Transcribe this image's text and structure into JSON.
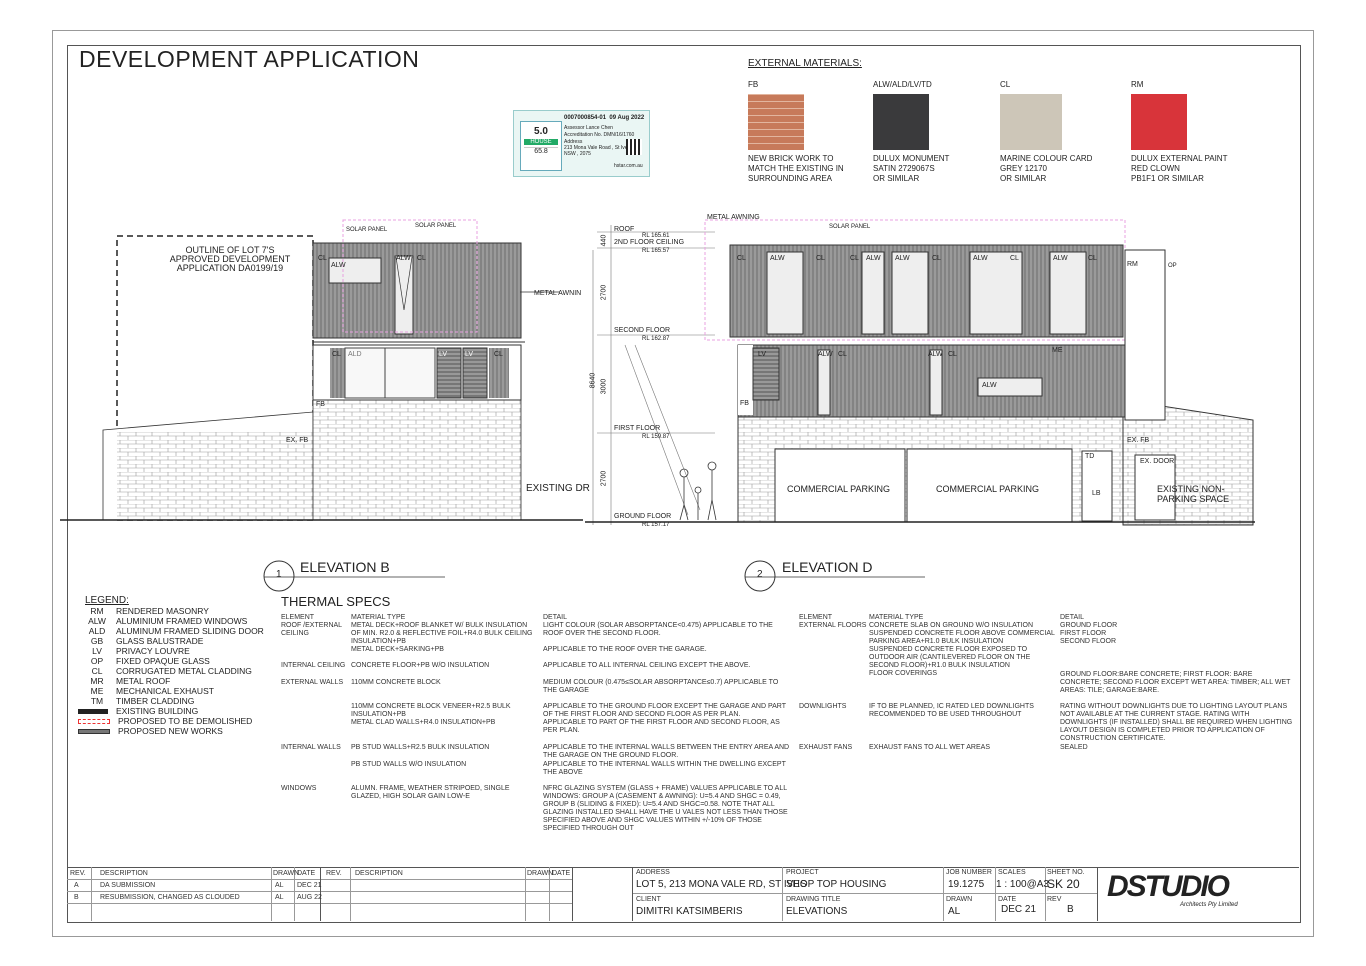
{
  "title": "DEVELOPMENT APPLICATION",
  "external_materials": {
    "heading": "EXTERNAL MATERIALS:",
    "items": [
      {
        "code": "FB",
        "color": "#b86a4c",
        "desc1": "NEW BRICK WORK TO",
        "desc2": "MATCH THE EXISTING IN",
        "desc3": "SURROUNDING AREA"
      },
      {
        "code": "ALW/ALD/LV/TD",
        "color": "#3a3a3c",
        "desc1": "DULUX MONUMENT",
        "desc2": "SATIN 2729067S",
        "desc3": "OR SIMILAR"
      },
      {
        "code": "CL",
        "color": "#cdc6b8",
        "desc1": "MARINE COLOUR CARD",
        "desc2": "GREY 12170",
        "desc3": "OR SIMILAR"
      },
      {
        "code": "RM",
        "color": "#d8343a",
        "desc1": "DULUX EXTERNAL PAINT",
        "desc2": "RED CLOWN",
        "desc3": "PB1F1 OR SIMILAR"
      }
    ]
  },
  "badge": {
    "cert": "0007000854-01",
    "date": "09 Aug 2022",
    "rating": "5.0",
    "house": "HOUSE",
    "score": "65.8",
    "assessor": "Assessor Lance Chen",
    "accreditation": "Accreditation No. DMN/16/1760",
    "address": "Address",
    "address_line": "213 Mona Vale Road , St Ives",
    "address_line2": "NSW , 2075",
    "site": "hstar.com.au"
  },
  "elevation_b": {
    "number": "1",
    "title": "ELEVATION B",
    "outline1": "OUTLINE OF LOT 7'S",
    "outline2": "APPROVED DEVELOPMENT",
    "outline3": "APPLICATION DA0199/19",
    "metal_awning": "METAL AWNIN",
    "solar1": "SOLAR PANEL",
    "solar2": "SOLAR PANEL",
    "cl": "CL",
    "alw": "ALW",
    "ald": "ALD",
    "lv": "LV",
    "fb": "FB",
    "exfb": "EX. FB",
    "existing": "EXISTING DR"
  },
  "levels": {
    "roof": "ROOF",
    "rl_roof": "RL 165.61",
    "ceiling": "2ND FLOOR CEILING",
    "rl_ceiling": "RL 165.57",
    "second": "SECOND FLOOR",
    "rl_second": "RL 162.87",
    "first": "FIRST FLOOR",
    "rl_first": "RL 159.87",
    "ground": "GROUND FLOOR",
    "rl_ground": "RL 157.17",
    "d440": "440",
    "d2700a": "2700",
    "d8640": "8640",
    "d3000": "3000",
    "d2700b": "2700"
  },
  "elevation_d": {
    "number": "2",
    "title": "ELEVATION D",
    "metal_awning": "METAL AWNING",
    "solar": "SOLAR PANEL",
    "parking1": "COMMERCIAL PARKING",
    "parking2": "COMMERCIAL PARKING",
    "existing1": "EXISTING NON-",
    "existing2": "PARKING SPACE",
    "rm": "RM",
    "op": "OP",
    "me": "ME",
    "td": "TD",
    "lb": "LB",
    "exdoor": "EX. DOOR",
    "exfb": "EX. FB",
    "alw": "ALW",
    "cl": "CL",
    "lv": "LV",
    "fb": "FB"
  },
  "legend": {
    "heading": "LEGEND:",
    "items": [
      {
        "code": "RM",
        "label": "RENDERED MASONRY"
      },
      {
        "code": "ALW",
        "label": "ALUMINIUM FRAMED WINDOWS"
      },
      {
        "code": "ALD",
        "label": "ALUMINUM FRAMED SLIDING DOOR"
      },
      {
        "code": "GB",
        "label": "GLASS BALUSTRADE"
      },
      {
        "code": "LV",
        "label": "PRIVACY LOUVRE"
      },
      {
        "code": "OP",
        "label": "FIXED OPAQUE GLASS"
      },
      {
        "code": "CL",
        "label": "CORRUGATED METAL CLADDING"
      },
      {
        "code": "MR",
        "label": "METAL ROOF"
      },
      {
        "code": "ME",
        "label": "MECHANICAL EXHAUST"
      },
      {
        "code": "TM",
        "label": "TIMBER CLADDING"
      }
    ],
    "symbols": [
      {
        "label": "EXISTING BUILDING"
      },
      {
        "label": "PROPOSED TO BE DEMOLISHED"
      },
      {
        "label": "PROPOSED NEW WORKS"
      }
    ]
  },
  "thermal": {
    "heading": "THERMAL SPECS",
    "col_element": "ELEMENT",
    "col_material": "MATERIAL TYPE",
    "col_detail": "DETAIL",
    "left": [
      {
        "element": "ROOF /EXTERNAL CEILING",
        "material": "METAL DECK+ROOF BLANKET W/ BULK INSULATION OF MIN. R2.0 & REFLECTIVE FOIL+R4.0 BULK CEILING INSULATION+PB",
        "detail": "LIGHT COLOUR (SOLAR ABSORPTANCE<0.475) APPLICABLE TO THE ROOF OVER THE SECOND FLOOR."
      },
      {
        "element": "",
        "material": "METAL DECK+SARKING+PB",
        "detail": "APPLICABLE TO THE ROOF OVER THE GARAGE."
      },
      {
        "element": "INTERNAL CEILING",
        "material": "CONCRETE FLOOR+PB W/O INSULATION",
        "detail": "APPLICABLE TO ALL INTERNAL CEILING EXCEPT THE ABOVE."
      },
      {
        "element": "EXTERNAL WALLS",
        "material": "110MM CONCRETE BLOCK",
        "detail": "MEDIUM COLOUR (0.475≤SOLAR ABSORPTANCE≤0.7) APPLICABLE TO THE GARAGE"
      },
      {
        "element": "",
        "material": "110MM CONCRETE BLOCK VENEER+R2.5 BULK INSULATION+PB",
        "detail": "APPLICABLE TO THE GROUND FLOOR EXCEPT THE GARAGE AND PART OF THE FIRST FLOOR AND SECOND FLOOR AS PER PLAN."
      },
      {
        "element": "",
        "material": "METAL CLAD WALLS+R4.0 INSULATION+PB",
        "detail": "APPLICABLE TO PART OF THE FIRST FLOOR AND SECOND FLOOR, AS PER PLAN."
      },
      {
        "element": "INTERNAL WALLS",
        "material": "PB STUD WALLS+R2.5 BULK INSULATION",
        "detail": "APPLICABLE TO THE INTERNAL WALLS BETWEEN THE ENTRY AREA AND THE GARAGE ON THE GROUND FLOOR."
      },
      {
        "element": "",
        "material": "PB STUD WALLS W/O INSULATION",
        "detail": "APPLICABLE TO THE INTERNAL WALLS WITHIN THE DWELLING EXCEPT THE ABOVE"
      },
      {
        "element": "WINDOWS",
        "material": "ALUMN. FRAME, WEATHER STRIPOED, SINGLE GLAZED, HIGH SOLAR GAIN LOW-E",
        "detail": "NFRC GLAZING SYSTEM (GLASS + FRAME) VALUES APPLICABLE TO ALL WINDOWS: GROUP A (CASEMENT & AWNING): U=5.4 AND SHGC = 0.49, GROUP B (SLIDING & FIXED): U=5.4 AND SHGC=0.58. NOTE THAT ALL GLAZING INSTALLED SHALL HAVE THE U VALES NOT LESS THAN THOSE SPECIFIED ABOVE AND SHGC VALUES WITHIN +/-10% OF THOSE SPECIFIED THROUGH OUT"
      }
    ],
    "right": [
      {
        "element": "EXTERNAL FLOORS",
        "material": "CONCRETE SLAB ON GROUND W/O INSULATION\nSUSPENDED CONCRETE FLOOR ABOVE COMMERCIAL PARKING AREA+R1.0 BULK INSULATION\nSUSPENDED CONCRETE FLOOR EXPOSED TO OUTDOOR AIR (CANTILEVERED FLOOR ON THE SECOND FLOOR)+R1.0 BULK INSULATION\nFLOOR COVERINGS",
        "detail": "GROUND FLOOR\nFIRST FLOOR\nSECOND FLOOR"
      },
      {
        "element": "",
        "material": "",
        "detail": "GROUND FLOOR:BARE CONCRETE; FIRST FLOOR: BARE CONCRETE; SECOND FLOOR EXCEPT WET AREA: TIMBER; ALL WET AREAS: TILE; GARAGE:BARE."
      },
      {
        "element": "DOWNLIGHTS",
        "material": "IF TO BE PLANNED, IC RATED LED DOWNLIGHTS RECOMMENDED TO BE USED THROUGHOUT",
        "detail": "RATING WITHOUT DOWNLIGHTS DUE TO LIGHTING LAYOUT PLANS NOT AVAILABLE AT THE CURRENT STAGE. RATING WITH DOWNLIGHTS (IF INSTALLED) SHALL BE REQUIRED WHEN LIGHTING LAYOUT DESIGN IS COMPLETED PRIOR TO APPLICATION OF CONSTRUCTION CERTIFICATE."
      },
      {
        "element": "EXHAUST FANS",
        "material": "EXHAUST FANS TO ALL WET AREAS",
        "detail": "SEALED"
      }
    ]
  },
  "title_block": {
    "rev_h": "REV.",
    "desc_h": "DESCRIPTION",
    "drawn_h": "DRAWN",
    "date_h": "DATE",
    "revisions": [
      {
        "rev": "A",
        "desc": "DA SUBMISSION",
        "drawn": "AL",
        "date": "DEC 21"
      },
      {
        "rev": "B",
        "desc": "RESUBMISSION, CHANGED AS CLOUDED",
        "drawn": "AL",
        "date": "AUG 22"
      }
    ],
    "address_label": "ADDRESS",
    "address": "LOT 5, 213 MONA VALE RD, ST IVES",
    "client_label": "CLIENT",
    "client": "DIMITRI KATSIMBERIS",
    "project_label": "PROJECT",
    "project": "SHOP TOP HOUSING",
    "drawing_label": "DRAWING TITLE",
    "drawing": "ELEVATIONS",
    "job_label": "JOB NUMBER",
    "job": "19.1275",
    "scale_label": "SCALES",
    "scale": "1 : 100@A3",
    "sheet_label": "SHEET NO.",
    "sheet": "SK 20",
    "drawn_label": "DRAWN",
    "drawn": "AL",
    "date_label": "DATE",
    "date": "DEC 21",
    "rev_label": "REV",
    "rev": "B",
    "logo": "DSTUDIO",
    "logo_sub": "Architects Pty Limited"
  }
}
